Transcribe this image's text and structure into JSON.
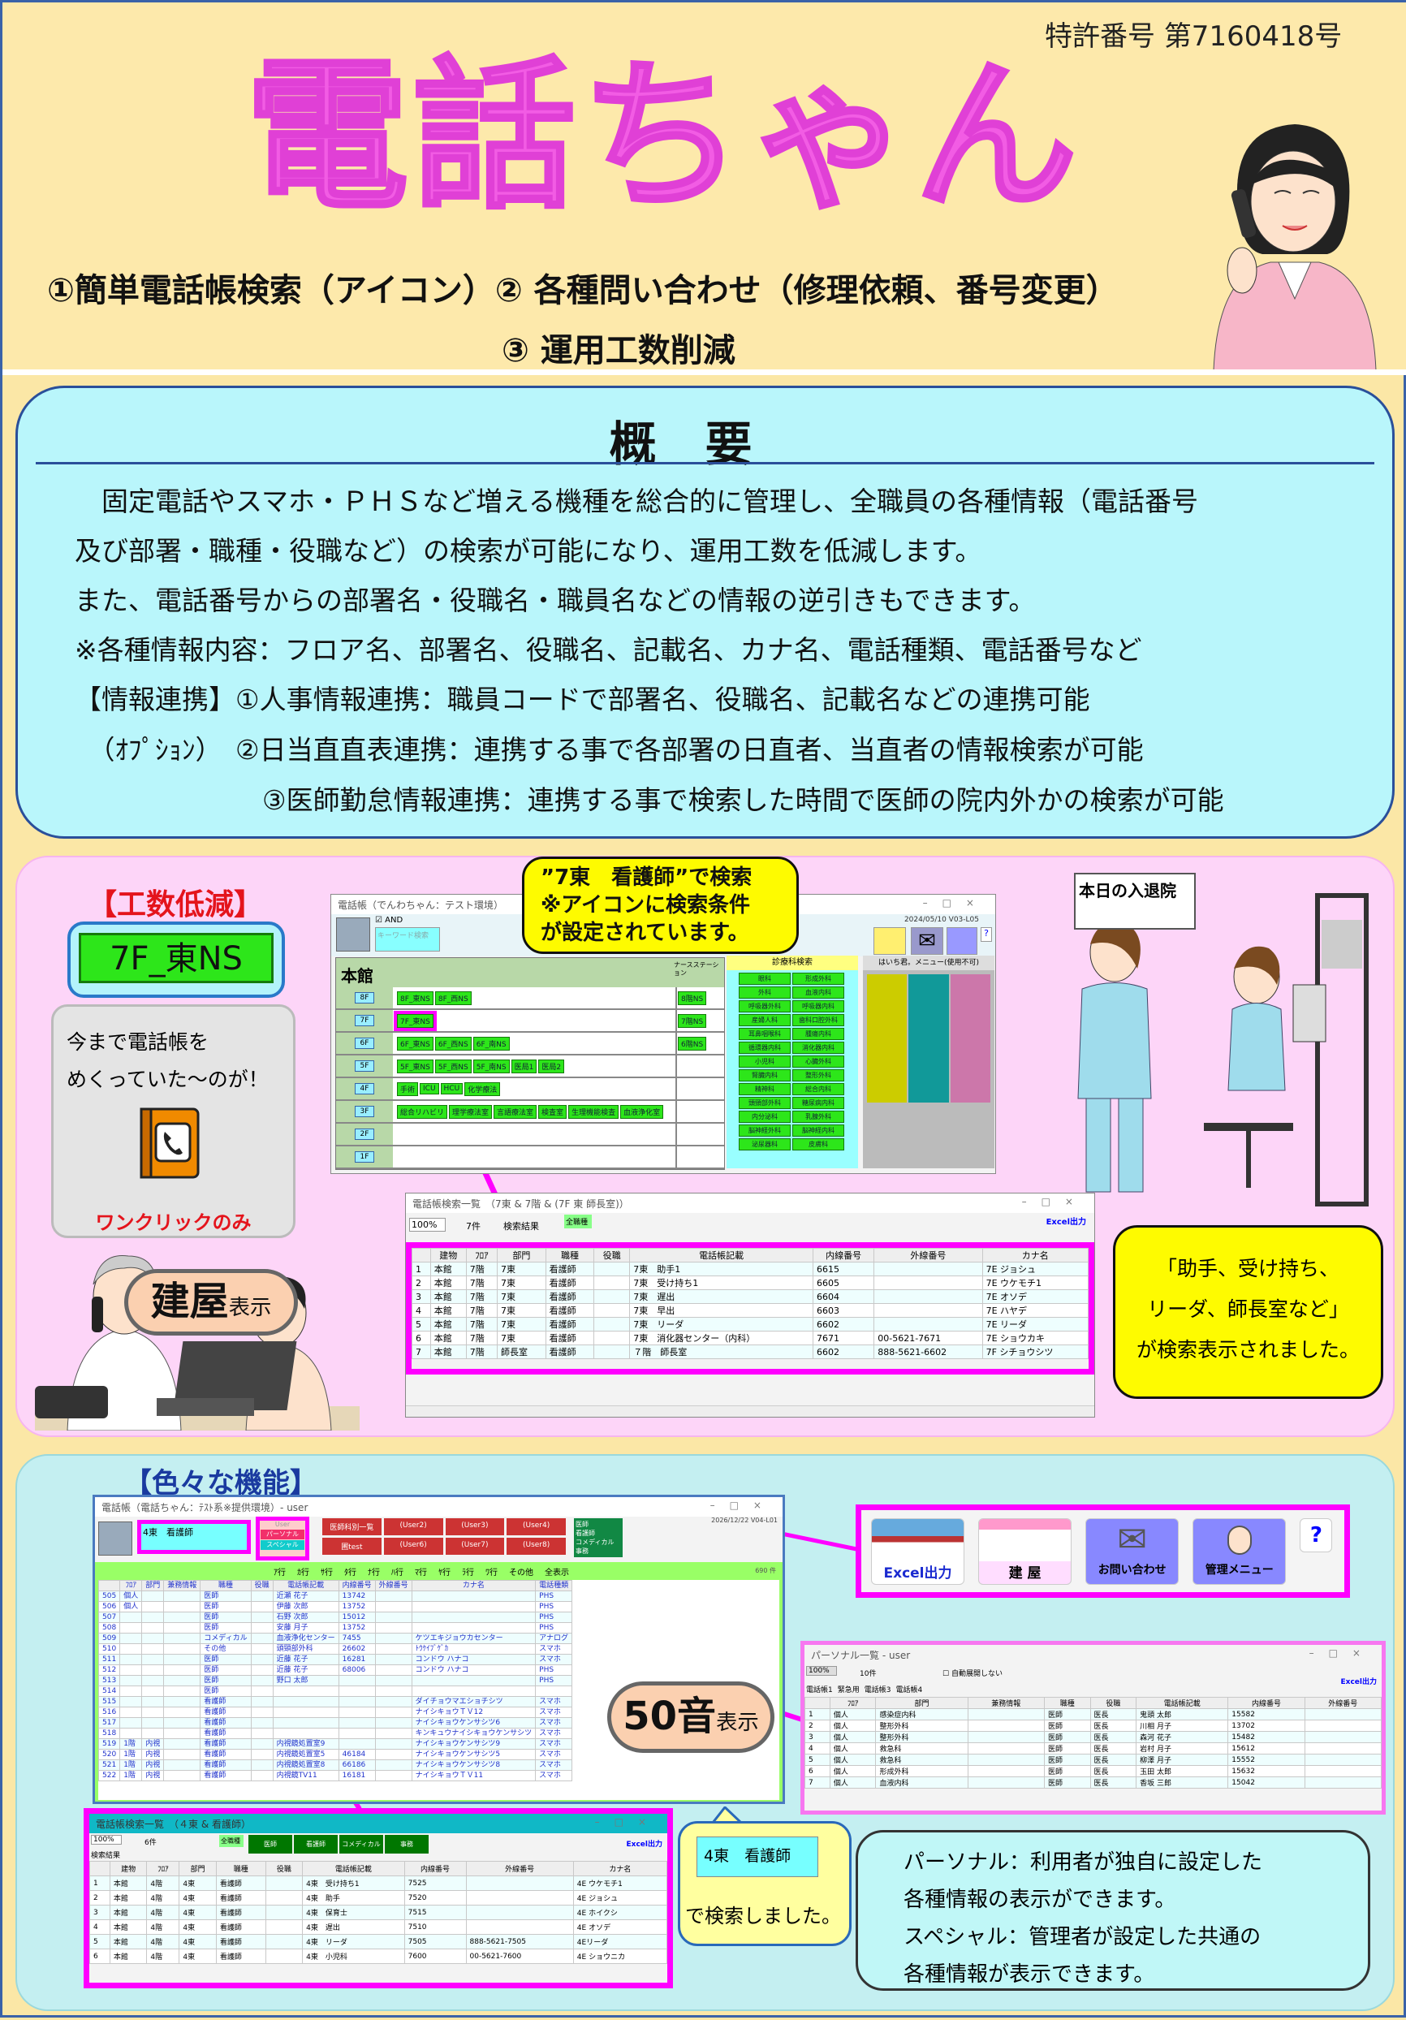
{
  "header": {
    "patent": "特許番号 第7160418号",
    "title": "電話ちゃん",
    "subtitle1": "①簡単電話帳検索（アイコン）② 各種問い合わせ（修理依頼、番号変更）",
    "subtitle2": "③ 運用工数削減"
  },
  "overview": {
    "title": "概要",
    "lines": [
      "　固定電話やスマホ・ＰＨＳなど増える機種を総合的に管理し、全職員の各種情報（電話番号",
      "及び部署・職種・役職など）の検索が可能になり、運用工数を低減します。",
      "また、電話番号からの部署名・役職名・職員名などの情報の逆引きもできます。",
      "※各種情報内容：フロア名、部署名、役職名、記載名、カナ名、電話種類、電話番号など",
      "【情報連携】①人事情報連携：職員コードで部署名、役職名、記載名などの連携可能",
      "　（ｵﾌﾟｼｮﾝ）　②日当直直表連携：連携する事で各部署の日直者、当直者の情報検索が可能",
      "　　　　　　　③医師勤怠情報連携：連携する事で検索した時間で医師の院内外かの検索が可能"
    ]
  },
  "section2": {
    "heading": "【工数低減】",
    "old_way": [
      "今まで電話帳を",
      "めくっていた～のが！"
    ],
    "one_click": "ワンクリックのみ",
    "callout": [
      "”7東　看護師”で検索",
      "※アイコンに検索条件",
      "が設定されています。"
    ],
    "zoom_button": "7F_東NS",
    "pill_main": "建屋",
    "pill_sub": "表示",
    "result_callout": [
      "「助手、受け持ち、",
      "リーダ、師長室など」",
      "が検索表示されました。"
    ],
    "sign": "本日の入退院",
    "building_window": {
      "title": "電話帳（でんわちゃん：テスト環境）",
      "and_label": "AND",
      "keyword_placeholder": "キーワード検索",
      "date": "2024/05/10 V03-L05",
      "building": "本館",
      "station_label": "ナースステーション",
      "help": "?",
      "floors": [
        {
          "label": "8F",
          "buttons": [
            "8F_東NS",
            "8F_西NS"
          ],
          "ns": "8階NS"
        },
        {
          "label": "7F",
          "buttons": [
            "7F_東NS"
          ],
          "ns": "7階NS"
        },
        {
          "label": "6F",
          "buttons": [
            "6F_東NS",
            "6F_西NS",
            "6F_南NS"
          ],
          "ns": "6階NS"
        },
        {
          "label": "5F",
          "buttons": [
            "5F_東NS",
            "5F_西NS",
            "5F_南NS",
            "医局1",
            "医局2"
          ],
          "ns": ""
        },
        {
          "label": "4F",
          "buttons": [
            "手術",
            "ICU",
            "HCU",
            "化学療法"
          ],
          "ns": ""
        },
        {
          "label": "3F",
          "buttons": [
            "総合リハビリ",
            "理学療法室",
            "言語療法室",
            "検査室",
            "生理機能検査",
            "血液浄化室"
          ],
          "ns": ""
        },
        {
          "label": "2F",
          "buttons": [],
          "ns": ""
        },
        {
          "label": "1F",
          "buttons": [],
          "ns": ""
        }
      ],
      "dept_header": "診療科検索",
      "depts": [
        "眼科",
        "形成外科",
        "外科",
        "血液内科",
        "呼吸器外科",
        "呼吸器内科",
        "産婦人科",
        "歯科口腔外科",
        "耳鼻咽喉科",
        "腫瘍内科",
        "循環器内科",
        "消化器内科",
        "小児科",
        "心臓外科",
        "腎臓内科",
        "整形外科",
        "精神科",
        "総合内科",
        "頭頸部外科",
        "糖尿病内科",
        "内分泌科",
        "乳腺外科",
        "脳神経外科",
        "脳神経内科",
        "泌尿器科",
        "皮膚科"
      ],
      "menu_header": "はいち君。メニュー(使用不可)"
    },
    "result_window": {
      "title": "電話帳検索一覧　（7東 & 7階 & (7F 東 師長室)）",
      "zoom": "100%",
      "count": "7件",
      "tab": "検索結果",
      "all_label": "全職種",
      "excel": "Excel出力",
      "columns": [
        "",
        "建物",
        "ﾌﾛｱ",
        "部門",
        "職種",
        "役職",
        "電話帳記載",
        "内線番号",
        "外線番号",
        "カナ名"
      ],
      "rows": [
        [
          "1",
          "本館",
          "7階",
          "7東",
          "看護師",
          "",
          "7東　助手1",
          "6615",
          "",
          "7E ジョシュ"
        ],
        [
          "2",
          "本館",
          "7階",
          "7東",
          "看護師",
          "",
          "7東　受け持ち1",
          "6605",
          "",
          "7E ウケモチ1"
        ],
        [
          "3",
          "本館",
          "7階",
          "7東",
          "看護師",
          "",
          "7東　遅出",
          "6604",
          "",
          "7E オソデ"
        ],
        [
          "4",
          "本館",
          "7階",
          "7東",
          "看護師",
          "",
          "7東　早出",
          "6603",
          "",
          "7E ハヤデ"
        ],
        [
          "5",
          "本館",
          "7階",
          "7東",
          "看護師",
          "",
          "7東　リーダ",
          "6602",
          "",
          "7E リーダ"
        ],
        [
          "6",
          "本館",
          "7階",
          "7東",
          "看護師",
          "",
          "7東　消化器センター（内科）",
          "7671",
          "00-5621-7671",
          "7E ショウカキ"
        ],
        [
          "7",
          "本館",
          "7階",
          "師長室",
          "看護師",
          "",
          "７階　師長室",
          "6602",
          "888-5621-6602",
          "7F シチョウシツ"
        ]
      ]
    }
  },
  "section3": {
    "heading": "【色々な機能】",
    "main_window": {
      "title": "電話帳（電話ちゃん：ﾃｽﾄ系※提供環境）- user",
      "date": "2026/12/22 V04-L01",
      "search_value": "4東　看護師",
      "user_label": "User",
      "personal": "パーソナル",
      "special": "スペシャル",
      "user_buttons": [
        "医師科別一覧",
        "(User2)",
        "(User3)",
        "(User4)",
        "圃test",
        "(User6)",
        "(User7)",
        "(User8)"
      ],
      "filters": [
        "医師",
        "看護師",
        "コメディカル",
        "事務"
      ],
      "kana_tabs": [
        "ｱ行",
        "ｶ行",
        "ｻ行",
        "ﾀ行",
        "ﾅ行",
        "ﾊ行",
        "ﾏ行",
        "ﾔ行",
        "ﾗ行",
        "ﾜ行",
        "その他",
        "全表示"
      ],
      "count": "690 件",
      "columns": [
        "",
        "ﾌﾛｱ",
        "部門",
        "兼務情報",
        "職種",
        "役職",
        "電話帳記載",
        "内線番号",
        "外線番号",
        "カナ名",
        "電話種類"
      ],
      "rows": [
        [
          "505",
          "個人",
          "",
          "",
          "医師",
          "",
          "近瀬 花子",
          "13742",
          "",
          "",
          "PHS"
        ],
        [
          "506",
          "個人",
          "",
          "",
          "医師",
          "",
          "伊藤 次郎",
          "13752",
          "",
          "",
          "PHS"
        ],
        [
          "507",
          "",
          "",
          "",
          "医師",
          "",
          "石野 次郎",
          "15012",
          "",
          "",
          "PHS"
        ],
        [
          "508",
          "",
          "",
          "",
          "医師",
          "",
          "安藤 月子",
          "13752",
          "",
          "",
          "PHS"
        ],
        [
          "509",
          "",
          "",
          "",
          "コメディカル",
          "",
          "血液浄化センター",
          "7455",
          "",
          "ケツエキジョウカセンター",
          "アナログ"
        ],
        [
          "510",
          "",
          "",
          "",
          "その他",
          "",
          "頭頸部外科",
          "26602",
          "",
          "ﾄｳｹｲﾌﾞｹﾞｶ",
          "スマホ"
        ],
        [
          "511",
          "",
          "",
          "",
          "医師",
          "",
          "近藤 花子",
          "16281",
          "",
          "コンドウ ハナコ",
          "スマホ"
        ],
        [
          "512",
          "",
          "",
          "",
          "医師",
          "",
          "近藤 花子",
          "68006",
          "",
          "コンドウ ハナコ",
          "PHS"
        ],
        [
          "513",
          "",
          "",
          "",
          "医師",
          "",
          "野口 太郎",
          "",
          "",
          "",
          "PHS"
        ],
        [
          "514",
          "",
          "",
          "",
          "医師",
          "",
          "",
          "",
          "",
          "",
          ""
        ],
        [
          "515",
          "",
          "",
          "",
          "看護師",
          "",
          "",
          "",
          "",
          "ダイチョウマエショチシツ",
          "スマホ"
        ],
        [
          "516",
          "",
          "",
          "",
          "看護師",
          "",
          "",
          "",
          "",
          "ナイシキョウＴＶ12",
          "スマホ"
        ],
        [
          "517",
          "",
          "",
          "",
          "看護師",
          "",
          "",
          "",
          "",
          "ナイシキョウケンサシツ6",
          "スマホ"
        ],
        [
          "518",
          "",
          "",
          "",
          "看護師",
          "",
          "",
          "",
          "",
          "キンキュウナイシキョウケンサシツ",
          "スマホ"
        ],
        [
          "519",
          "1階",
          "内視",
          "",
          "看護師",
          "",
          "内視鏡処置室9",
          "",
          "",
          "ナイシキョウケンサシツ9",
          "スマホ"
        ],
        [
          "520",
          "1階",
          "内視",
          "",
          "看護師",
          "",
          "内視鏡処置室5",
          "46184",
          "",
          "ナイシキョウケンサシツ5",
          "スマホ"
        ],
        [
          "521",
          "1階",
          "内視",
          "",
          "看護師",
          "",
          "内視鏡処置室8",
          "66186",
          "",
          "ナイシキョウケンサシツ8",
          "スマホ"
        ],
        [
          "522",
          "1階",
          "内視",
          "",
          "看護師",
          "",
          "内視鏡TV11",
          "16181",
          "",
          "ナイシキョウＴＶ11",
          "スマホ"
        ]
      ]
    },
    "callout_value": "4東　看護師",
    "callout_text": "で検索しました。",
    "pill_main": "50音",
    "pill_sub": "表示",
    "bottom_window": {
      "title": "電話帳検索一覧　（４東 & 看護師）",
      "zoom": "100%",
      "count": "6件",
      "tab": "検索結果",
      "all_label": "全職種",
      "cats": [
        "医師",
        "看護師",
        "コメディカル",
        "事務"
      ],
      "excel": "Excel出力",
      "columns": [
        "",
        "建物",
        "ﾌﾛｱ",
        "部門",
        "職種",
        "役職",
        "電話帳記載",
        "内線番号",
        "外線番号",
        "カナ名"
      ],
      "rows": [
        [
          "1",
          "本館",
          "4階",
          "4東",
          "看護師",
          "",
          "4東　受け持ち1",
          "7525",
          "",
          "4E ウケモチ1"
        ],
        [
          "2",
          "本館",
          "4階",
          "4東",
          "看護師",
          "",
          "4東　助手",
          "7520",
          "",
          "4E ジョシュ"
        ],
        [
          "3",
          "本館",
          "4階",
          "4東",
          "看護師",
          "",
          "4東　保育士",
          "7515",
          "",
          "4E ホイクシ"
        ],
        [
          "4",
          "本館",
          "4階",
          "4東",
          "看護師",
          "",
          "4東　遅出",
          "7510",
          "",
          "4E オソデ"
        ],
        [
          "5",
          "本館",
          "4階",
          "4東",
          "看護師",
          "",
          "4東　リーダ",
          "7505",
          "888-5621-7505",
          "4Eリーダ"
        ],
        [
          "6",
          "本館",
          "4階",
          "4東",
          "看護師",
          "",
          "4東　小児科",
          "7600",
          "00-5621-7600",
          "4E ショウニカ"
        ]
      ]
    },
    "icons": {
      "excel": "Excel出力",
      "building": "建 屋",
      "inquiry": "お問い合わせ",
      "admin": "管理メニュー",
      "help": "?"
    },
    "personal_window": {
      "title": "パーソナル一覧 - user",
      "zoom": "100%",
      "count": "10件",
      "auto_expand": "自動展開しない",
      "tabs": [
        "電話帳1",
        "緊急用",
        "電話帳3",
        "電話帳4"
      ],
      "excel": "Excel出力",
      "columns": [
        "",
        "ﾌﾛｱ",
        "部門",
        "兼務情報",
        "職種",
        "役職",
        "電話帳記載",
        "内線番号",
        "外線番号"
      ],
      "rows": [
        [
          "1",
          "個人",
          "感染症内科",
          "",
          "医師",
          "医長",
          "鬼頭 太郎",
          "15582",
          ""
        ],
        [
          "2",
          "個人",
          "整形外科",
          "",
          "医師",
          "医長",
          "川相 月子",
          "13702",
          ""
        ],
        [
          "3",
          "個人",
          "整形外科",
          "",
          "医師",
          "医長",
          "森河 花子",
          "15482",
          ""
        ],
        [
          "4",
          "個人",
          "救急科",
          "",
          "医師",
          "医長",
          "岩村 月子",
          "15612",
          ""
        ],
        [
          "5",
          "個人",
          "救急科",
          "",
          "医師",
          "医長",
          "柳澤 月子",
          "15552",
          ""
        ],
        [
          "6",
          "個人",
          "形成外科",
          "",
          "医師",
          "医長",
          "玉田 太郎",
          "15632",
          ""
        ],
        [
          "7",
          "個人",
          "血液内科",
          "",
          "医師",
          "医長",
          "香坂 三郎",
          "15042",
          ""
        ]
      ]
    },
    "description": [
      "パーソナル：利用者が独自に設定した",
      "各種情報の表示ができます。",
      "スペシャル：管理者が設定した共通の",
      "各種情報が表示できます。"
    ]
  },
  "colors": {
    "title": "#f25ce4",
    "highlight": "#ff00ff",
    "callout": "#fefb00",
    "overview_bg": "#b9f6fb"
  }
}
